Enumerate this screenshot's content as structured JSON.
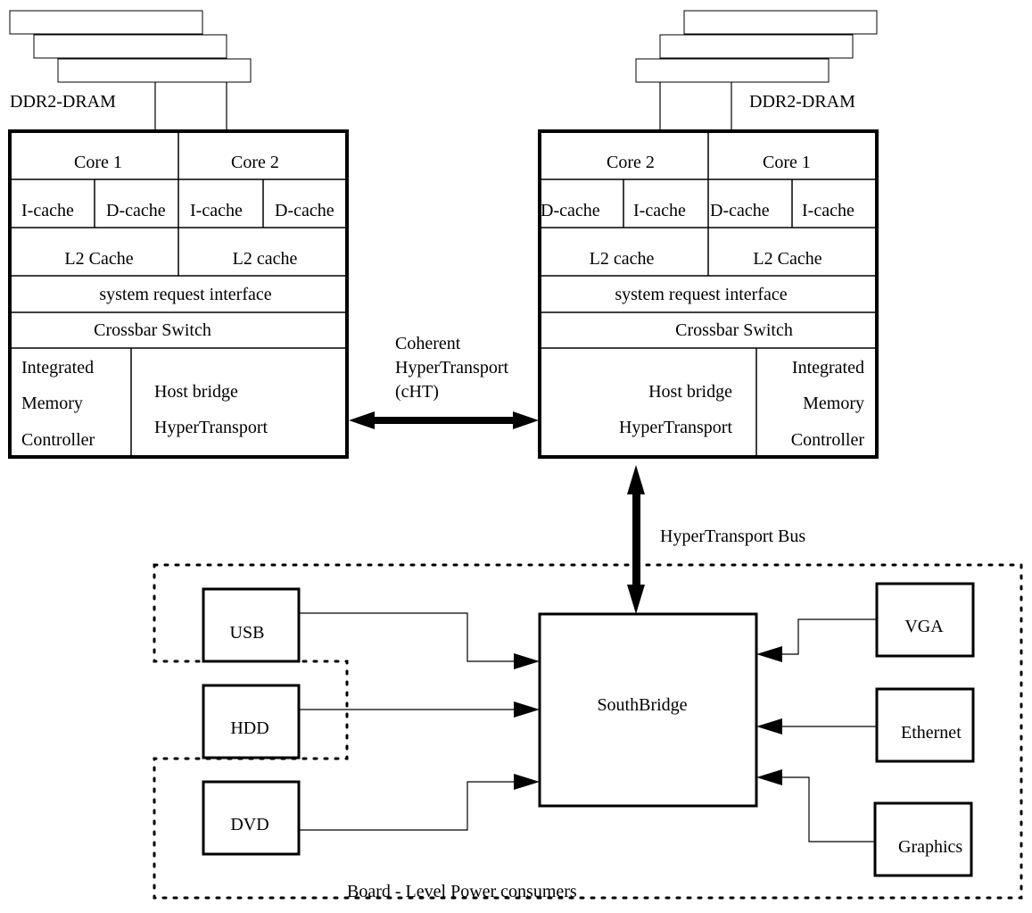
{
  "left_cpu": {
    "dram_label": "DDR2-DRAM",
    "core_a": "Core 1",
    "core_b": "Core 2",
    "cache_1": "I-cache",
    "cache_2": "D-cache",
    "cache_3": "I-cache",
    "cache_4": "D-cache",
    "l2_a": "L2 Cache",
    "l2_b": "L2 cache",
    "sri": "system request interface",
    "crossbar": "Crossbar Switch",
    "imc_line1": "Integrated",
    "imc_line2": "Memory",
    "imc_line3": "Controller",
    "host_line1": "Host bridge",
    "host_line2": "HyperTransport"
  },
  "right_cpu": {
    "dram_label": "DDR2-DRAM",
    "core_a": "Core 2",
    "core_b": "Core 1",
    "cache_1": "D-cache",
    "cache_2": "I-cache",
    "cache_3": "D-cache",
    "cache_4": "I-cache",
    "l2_a": "L2 cache",
    "l2_b": "L2 Cache",
    "sri": "system request interface",
    "crossbar": "Crossbar Switch",
    "imc_line1": "Integrated",
    "imc_line2": "Memory",
    "imc_line3": "Controller",
    "host_line1": "Host bridge",
    "host_line2": "HyperTransport"
  },
  "links": {
    "cht_line1": "Coherent",
    "cht_line2": "HyperTransport",
    "cht_line3": "(cHT)",
    "ht_bus": "HyperTransport Bus"
  },
  "board": {
    "southbridge": "SouthBridge",
    "usb": "USB",
    "hdd": "HDD",
    "dvd": "DVD",
    "vga": "VGA",
    "ethernet": "Ethernet",
    "graphics": "Graphics",
    "region_label": "Board - Level Power consumers"
  }
}
